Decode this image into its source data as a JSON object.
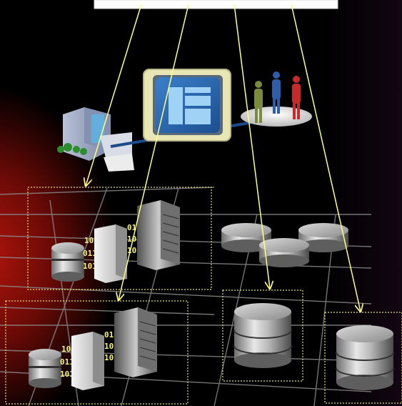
{
  "colors": {
    "background": "#000000",
    "glow": "#b1150b",
    "arrow": "#ffff80",
    "grid": "#8a8a8a",
    "cluster_border": "#e6e06a",
    "binary_text": "#f2f27a"
  },
  "icons": [
    "office-building-icon",
    "portal-screen-icon",
    "users-icon",
    "database-icon",
    "server-icon",
    "binary-data-icon"
  ],
  "clusters": [
    {
      "id": "top-left",
      "binary": [
        "01010",
        "10111",
        "10110",
        "10101",
        "01101",
        "10111"
      ]
    },
    {
      "id": "bottom-left",
      "binary": [
        "01010",
        "10111",
        "10110",
        "10101",
        "01101",
        "10111"
      ]
    }
  ]
}
